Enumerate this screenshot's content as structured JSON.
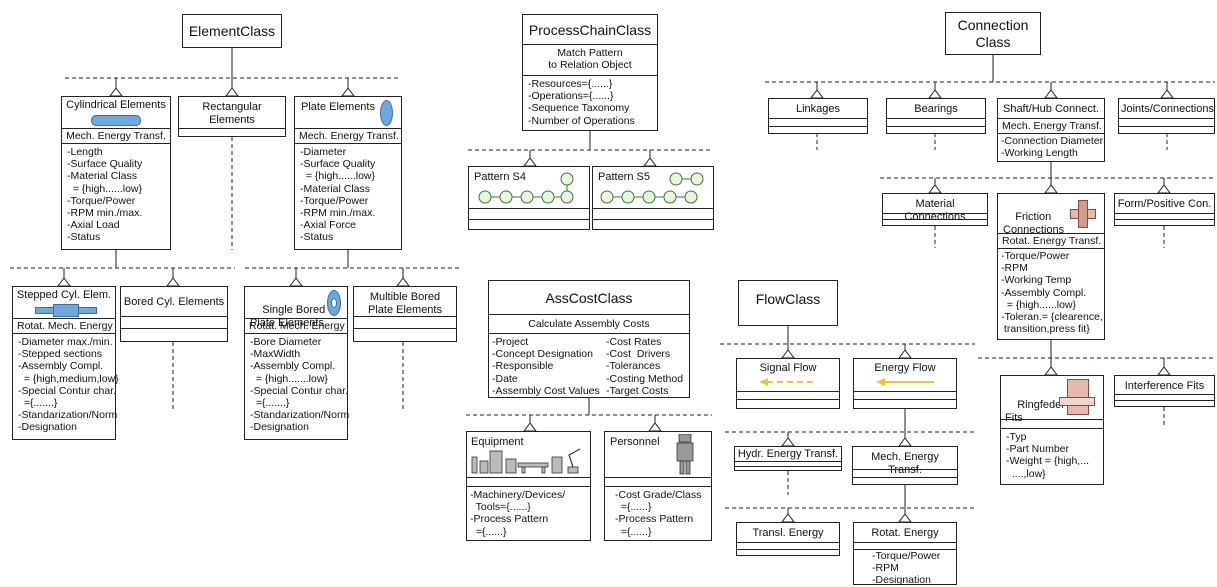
{
  "element_class": {
    "title": "ElementClass",
    "cylindrical": {
      "title": "Cylindrical Elements",
      "op": "Mech. Energy Transf.",
      "attrs": [
        "-Length",
        "-Surface Quality",
        "-Material Class",
        "  = {high......low}",
        "-Torque/Power",
        "-RPM min./max.",
        "-Axial Load",
        "-Status"
      ]
    },
    "rectangular": {
      "title": "Rectangular\nElements"
    },
    "plate": {
      "title": "Plate Elements",
      "op": "Mech. Energy Transf.",
      "attrs": [
        "-Diameter",
        "-Surface Quality",
        "  = {high......low}",
        "-Material Class",
        "-Torque/Power",
        "-RPM min./max.",
        "-Axial Force",
        "-Status"
      ]
    },
    "stepped": {
      "title": "Stepped Cyl. Elem.",
      "op": "Rotat. Mech. Energy",
      "attrs": [
        "-Diameter max./min.",
        "-Stepped sections",
        "-Assembly Compl.",
        "  = {high,medium,low}",
        "-Special Contur char.",
        "  ={.......}",
        "-Standarization/Norm",
        "-Designation"
      ]
    },
    "bored": {
      "title": "Bored Cyl. Elements"
    },
    "single_bored": {
      "title": "Single Bored\nPlate Elements",
      "op": "Rotat. Mech. Energy",
      "attrs": [
        "-Bore Diameter",
        "-MaxWidth",
        "-Assembly Compl.",
        "  = {high.......low}",
        "-Special Contur char.",
        "  ={.......}",
        "-Standarization/Norm",
        "-Designation"
      ]
    },
    "multible_bored": {
      "title": "Multible Bored\nPlate Elements"
    }
  },
  "process_chain": {
    "title": "ProcessChainClass",
    "op": "Match Pattern\nto Relation Object",
    "attrs": [
      "-Resources={......}",
      "-Operations={......}",
      "-Sequence Taxonomy",
      "-Number of Operations"
    ],
    "pattern_s4": {
      "title": "Pattern S4"
    },
    "pattern_s5": {
      "title": "Pattern S5"
    }
  },
  "connection": {
    "title": "Connection\nClass",
    "linkages": {
      "title": "Linkages"
    },
    "bearings": {
      "title": "Bearings"
    },
    "shaft_hub": {
      "title": "Shaft/Hub Connect.",
      "op": "Mech. Energy Transf.",
      "attrs": [
        "-Connection Diameter",
        "-Working Length"
      ]
    },
    "joints": {
      "title": "Joints/Connections"
    },
    "material": {
      "title": "Material Connections"
    },
    "friction": {
      "title": "Friction\nConnections",
      "op": "Rotat. Energy Transf.",
      "attrs": [
        "-Torque/Power",
        "-RPM",
        "-Working Temp",
        "-Assembly Compl.",
        "  = {high......low}",
        "-Toleran.= {clearence,",
        " transition,press fit}"
      ]
    },
    "form": {
      "title": "Form/Positive Con."
    },
    "ringfeder": {
      "title": "Ringfeder\nFits",
      "attrs": [
        "-Typ",
        "-Part Number",
        "-Weight = {high,...",
        "  ....,low}"
      ]
    },
    "interference": {
      "title": "Interference Fits"
    }
  },
  "ass_cost": {
    "title": "AssCostClass",
    "op": "Calculate Assembly Costs",
    "attrs_left": [
      "-Project",
      "-Concept Designation",
      "-Responsible",
      "-Date",
      "-Assembly Cost Values"
    ],
    "attrs_right": [
      "-Cost Rates",
      "-Cost  Drivers",
      "-Tolerances",
      "-Costing Method",
      "-Target Costs"
    ],
    "equipment": {
      "title": "Equipment",
      "attrs": [
        "-Machinery/Devices/",
        "  Tools={......}",
        "-Process Pattern",
        "  ={......}"
      ]
    },
    "personnel": {
      "title": "Personnel",
      "attrs": [
        "-Cost Grade/Class",
        "  ={......}",
        "-Process Pattern",
        "  ={......}"
      ]
    }
  },
  "flow": {
    "title": "FlowClass",
    "signal": {
      "title": "Signal Flow"
    },
    "energy": {
      "title": "Energy Flow"
    },
    "hydr": {
      "title": "Hydr. Energy Transf."
    },
    "mech": {
      "title": "Mech. Energy Transf."
    },
    "transl": {
      "title": "Transl. Energy"
    },
    "rotat": {
      "title": "Rotat. Energy",
      "attrs": [
        "-Torque/Power",
        "-RPM",
        "-Designation"
      ]
    }
  },
  "colors": {
    "accent_blue": "#6fa8dc",
    "arrow_yellow": "#f1c232",
    "hub_pink": "#e6b8af"
  }
}
